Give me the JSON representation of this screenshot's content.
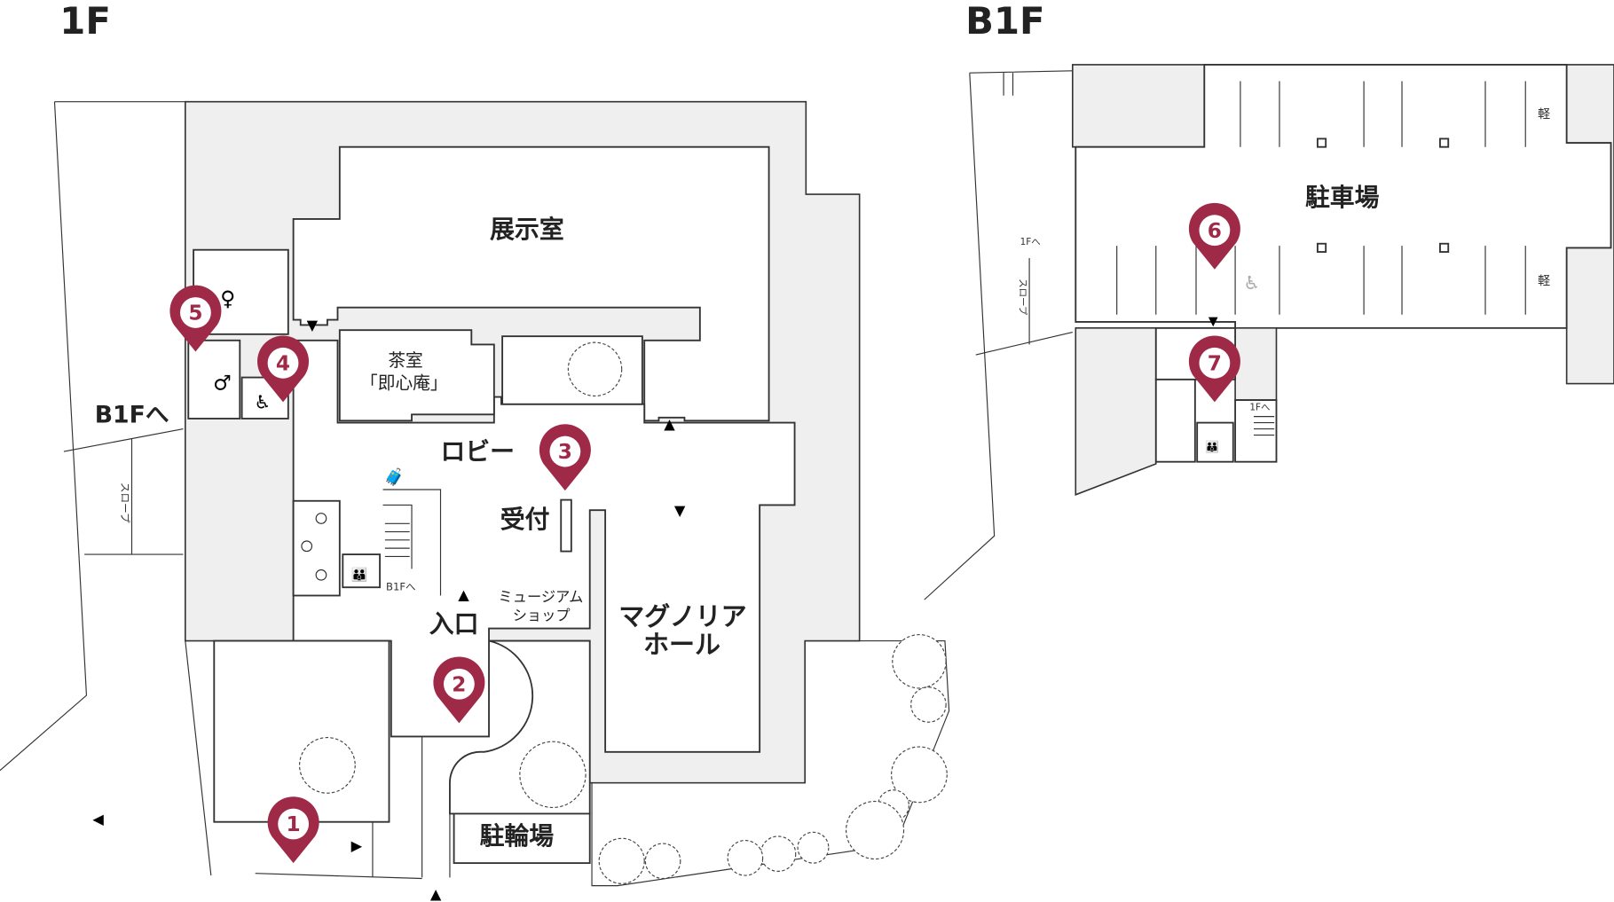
{
  "floors": {
    "f1": {
      "title": "1F",
      "rooms": {
        "exhibition": "展示室",
        "tea_room": "茶室",
        "tea_room_name": "「即心庵」",
        "lobby": "ロビー",
        "reception": "受付",
        "shop_line1": "ミュージアム",
        "shop_line2": "ショップ",
        "hall_line1": "マグノリア",
        "hall_line2": "ホール",
        "entrance": "入口",
        "bicycle_parking": "駐輪場"
      },
      "to_b1f": "B1Fへ",
      "slope": "スロープ",
      "stairs_to_b1f": "B1Fへ"
    },
    "b1f": {
      "title": "B1F",
      "parking": "駐車場",
      "to_1f": "1Fへ",
      "slope": "スロープ",
      "stairs_to_1f": "1Fへ",
      "light_car_1": "軽",
      "light_car_2": "軽"
    }
  },
  "pins": [
    "1",
    "2",
    "3",
    "4",
    "5",
    "6",
    "7"
  ],
  "colors": {
    "pin": "#9e2a48",
    "corridor": "#efefef"
  }
}
